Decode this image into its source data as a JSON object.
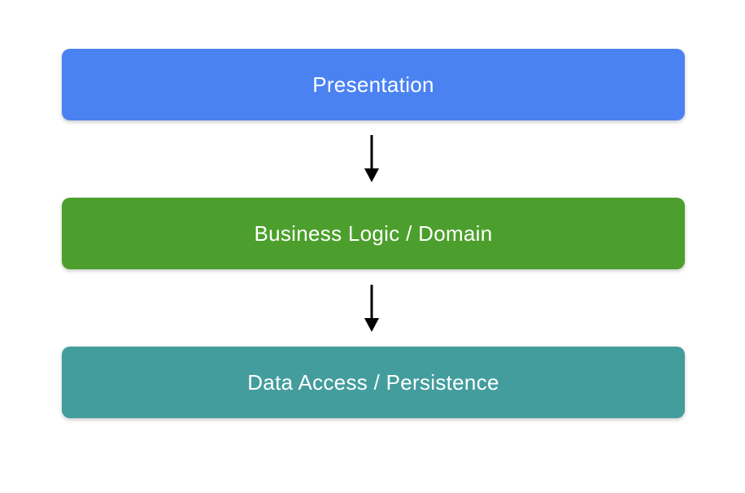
{
  "diagram": {
    "background_color": "#ffffff",
    "text_color": "#ffffff",
    "layers": [
      {
        "label": "Presentation",
        "color": "#4a82f2"
      },
      {
        "label": "Business Logic / Domain",
        "color": "#4c9f2c"
      },
      {
        "label": "Data Access / Persistence",
        "color": "#449d9d"
      }
    ],
    "arrows": [
      {
        "from": "Presentation",
        "to": "Business Logic / Domain",
        "color": "#000000",
        "direction": "down"
      },
      {
        "from": "Business Logic / Domain",
        "to": "Data Access / Persistence",
        "color": "#000000",
        "direction": "down"
      }
    ]
  }
}
